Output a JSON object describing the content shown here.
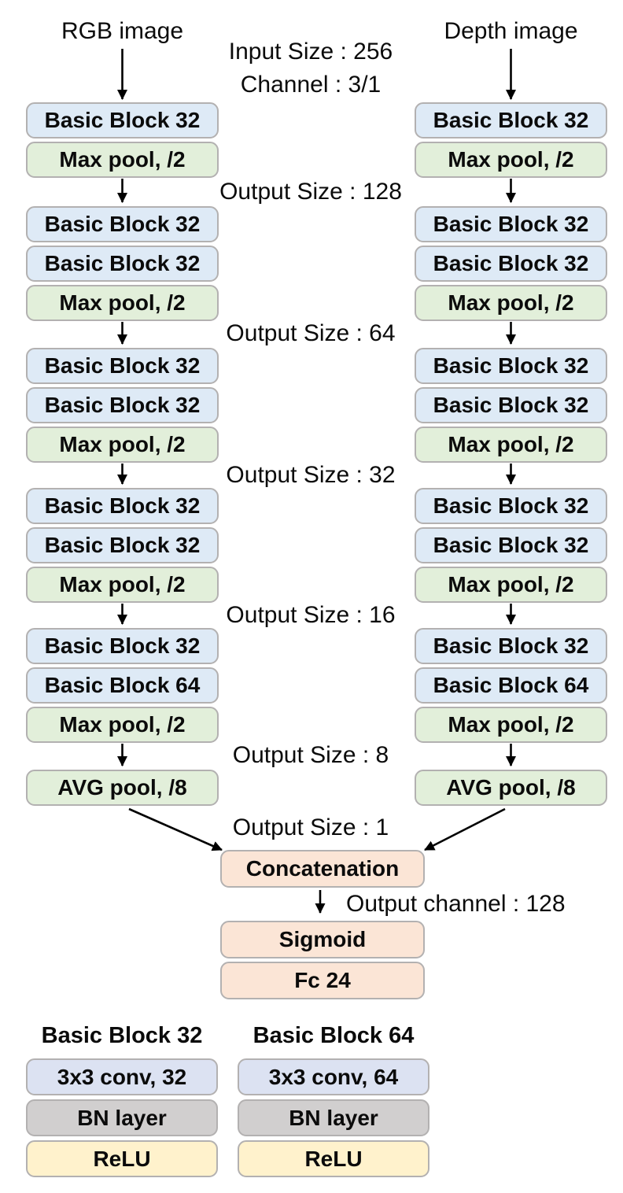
{
  "colors": {
    "basic_fill": "#deeaf6",
    "pool_fill": "#e2efda",
    "head_fill": "#fbe5d6",
    "conv_fill": "#dce2f2",
    "bn_fill": "#d1cfcf",
    "relu_fill": "#fff2cc",
    "arrow": "#000000"
  },
  "streams": [
    {
      "label": "RGB image",
      "blocks": [
        {
          "label": "Basic Block 32",
          "type": "basic"
        },
        {
          "label": "Max pool, /2",
          "type": "pool"
        },
        {
          "label": "Basic Block 32",
          "type": "basic"
        },
        {
          "label": "Basic Block 32",
          "type": "basic"
        },
        {
          "label": "Max pool, /2",
          "type": "pool"
        },
        {
          "label": "Basic Block 32",
          "type": "basic"
        },
        {
          "label": "Basic Block 32",
          "type": "basic"
        },
        {
          "label": "Max pool, /2",
          "type": "pool"
        },
        {
          "label": "Basic Block 32",
          "type": "basic"
        },
        {
          "label": "Basic Block 32",
          "type": "basic"
        },
        {
          "label": "Max pool, /2",
          "type": "pool"
        },
        {
          "label": "Basic Block 32",
          "type": "basic"
        },
        {
          "label": "Basic Block 64",
          "type": "basic"
        },
        {
          "label": "Max pool, /2",
          "type": "pool"
        },
        {
          "label": "AVG pool, /8",
          "type": "pool"
        }
      ]
    },
    {
      "label": "Depth image",
      "blocks": [
        {
          "label": "Basic Block 32",
          "type": "basic"
        },
        {
          "label": "Max pool, /2",
          "type": "pool"
        },
        {
          "label": "Basic Block 32",
          "type": "basic"
        },
        {
          "label": "Basic Block 32",
          "type": "basic"
        },
        {
          "label": "Max pool, /2",
          "type": "pool"
        },
        {
          "label": "Basic Block 32",
          "type": "basic"
        },
        {
          "label": "Basic Block 32",
          "type": "basic"
        },
        {
          "label": "Max pool, /2",
          "type": "pool"
        },
        {
          "label": "Basic Block 32",
          "type": "basic"
        },
        {
          "label": "Basic Block 32",
          "type": "basic"
        },
        {
          "label": "Max pool, /2",
          "type": "pool"
        },
        {
          "label": "Basic Block 32",
          "type": "basic"
        },
        {
          "label": "Basic Block 64",
          "type": "basic"
        },
        {
          "label": "Max pool, /2",
          "type": "pool"
        },
        {
          "label": "AVG pool, /8",
          "type": "pool"
        }
      ]
    }
  ],
  "annotations": {
    "input_size": "Input Size : 256",
    "channel": "Channel : 3/1",
    "output_size_128": "Output Size : 128",
    "output_size_64": "Output Size : 64",
    "output_size_32": "Output Size : 32",
    "output_size_16": "Output Size : 16",
    "output_size_8": "Output Size : 8",
    "output_size_1": "Output Size : 1",
    "output_channel": "Output channel : 128"
  },
  "head": {
    "concat": "Concatenation",
    "sigmoid": "Sigmoid",
    "fc": "Fc 24"
  },
  "legend": {
    "columns": [
      {
        "title": "Basic Block 32",
        "rows": [
          {
            "label": "3x3 conv, 32",
            "type": "conv"
          },
          {
            "label": "BN layer",
            "type": "bn"
          },
          {
            "label": "ReLU",
            "type": "relu"
          }
        ]
      },
      {
        "title": "Basic Block 64",
        "rows": [
          {
            "label": "3x3 conv, 64",
            "type": "conv"
          },
          {
            "label": "BN layer",
            "type": "bn"
          },
          {
            "label": "ReLU",
            "type": "relu"
          }
        ]
      }
    ]
  }
}
